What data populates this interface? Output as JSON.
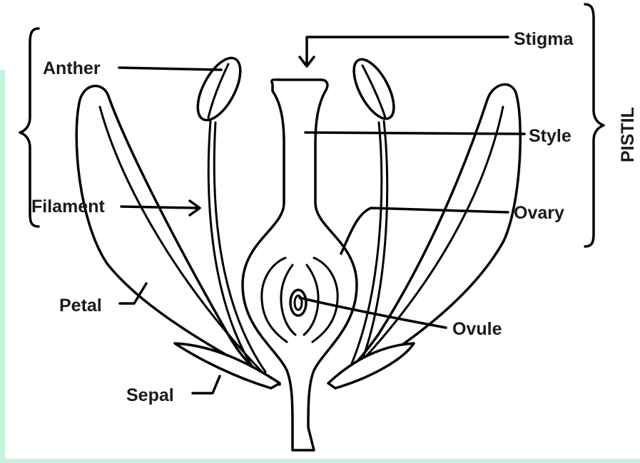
{
  "diagram": {
    "labels": {
      "anther": "Anther",
      "filament": "Filament",
      "petal": "Petal",
      "sepal": "Sepal",
      "stigma": "Stigma",
      "style": "Style",
      "ovary": "Ovary",
      "ovule": "Ovule",
      "pistil": "PISTIL"
    }
  }
}
